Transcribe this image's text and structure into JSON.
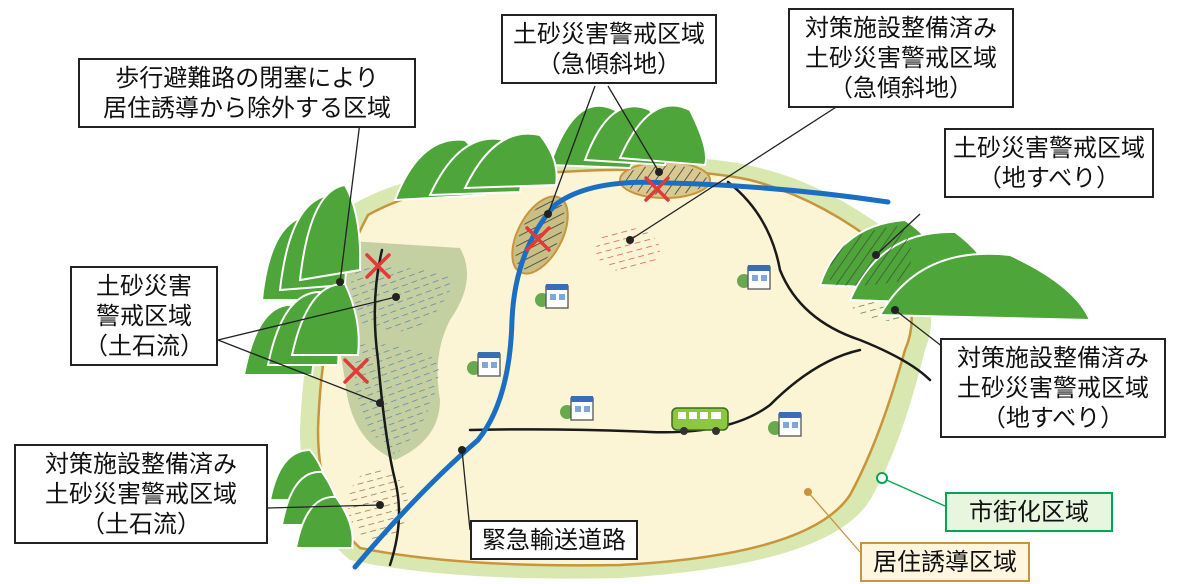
{
  "labels": {
    "sed_steep": [
      "土砂災害警戒区域",
      "（急傾斜地）"
    ],
    "treated_steep": [
      "対策施設整備済み",
      "土砂災害警戒区域",
      "（急傾斜地）"
    ],
    "blocked_route": [
      "歩行避難路の閉塞により",
      "居住誘導から除外する区域"
    ],
    "sed_landslide": [
      "土砂災害警戒区域",
      "（地すべり）"
    ],
    "sed_debris": [
      "土砂災害",
      "警戒区域",
      "（土石流）"
    ],
    "treated_landslide": [
      "対策施設整備済み",
      "土砂災害警戒区域",
      "（地すべり）"
    ],
    "treated_debris": [
      "対策施設整備済み",
      "土砂災害警戒区域",
      "（土石流）"
    ],
    "emergency_road": "緊急輸送道路",
    "urbanization_area": "市街化区域",
    "residence_area": "居住誘導区域"
  },
  "colors": {
    "urbanization_fill": "#d8e8b0",
    "residence_fill": "#fbf5d6",
    "residence_border": "#c8953c",
    "emergency_road": "#1b6fc2",
    "mountain": "#4ea53a",
    "hazard_red": "#e03a3a",
    "leader_green": "#00a651"
  },
  "icons": [
    "mountain-icon",
    "building-icon",
    "bus-icon",
    "blocked-x-icon"
  ]
}
